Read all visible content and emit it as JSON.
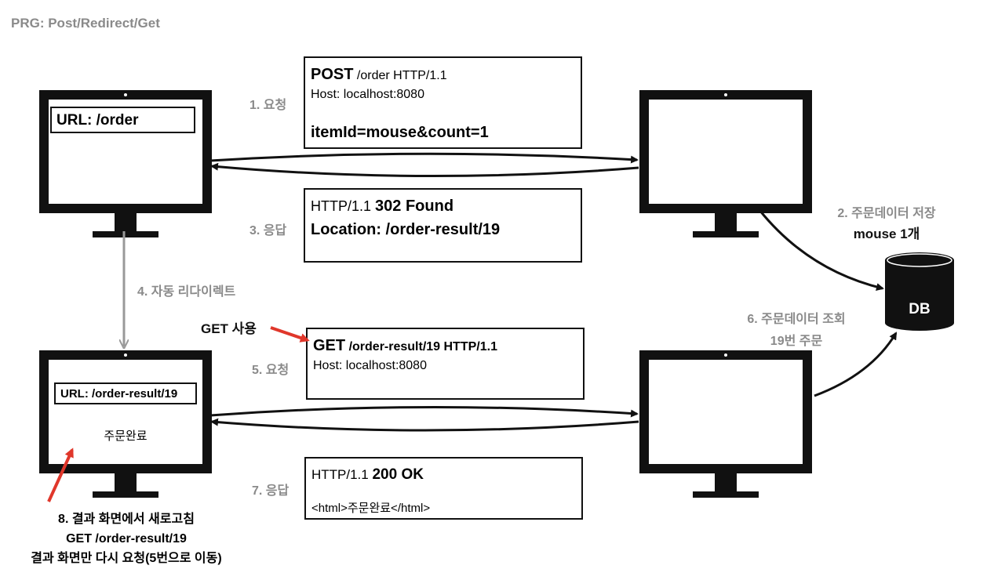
{
  "title": "PRG: Post/Redirect/Get",
  "client_top": {
    "url": "URL: /order"
  },
  "client_bottom": {
    "url": "URL: /order-result/19",
    "content": "주문완료"
  },
  "request1": {
    "step": "1. 요청",
    "method": "POST",
    "request_line_rest": " /order HTTP/1.1",
    "host": "Host: localhost:8080",
    "body": "itemId=mouse&count=1"
  },
  "response3": {
    "step": "3. 응답",
    "status_prefix": "HTTP/1.1 ",
    "status": "302 Found",
    "location": "Location: /order-result/19"
  },
  "redirect_label": "4. 자동 리다이렉트",
  "get_annotation": "GET 사용",
  "request5": {
    "step": "5. 요청",
    "method": "GET",
    "request_line_rest": " /order-result/19 HTTP/1.1",
    "host": "Host: localhost:8080"
  },
  "response7": {
    "step": "7. 응답",
    "status_prefix": "HTTP/1.1 ",
    "status": "200 OK",
    "body": "<html>주문완료</html>"
  },
  "db_save": {
    "line1": "2. 주문데이터 저장",
    "line2": "mouse 1개"
  },
  "db_query": {
    "line1": "6. 주문데이터 조회",
    "line2": "19번 주문"
  },
  "db_label": "DB",
  "refresh_note": {
    "line1": "8. 결과 화면에서 새로고침",
    "line2": "GET /order-result/19",
    "line3": "결과 화면만 다시 요청(5번으로 이동)"
  },
  "colors": {
    "accent_red": "#e0372b",
    "grey_text": "#8a8a8a",
    "ink": "#111111"
  }
}
